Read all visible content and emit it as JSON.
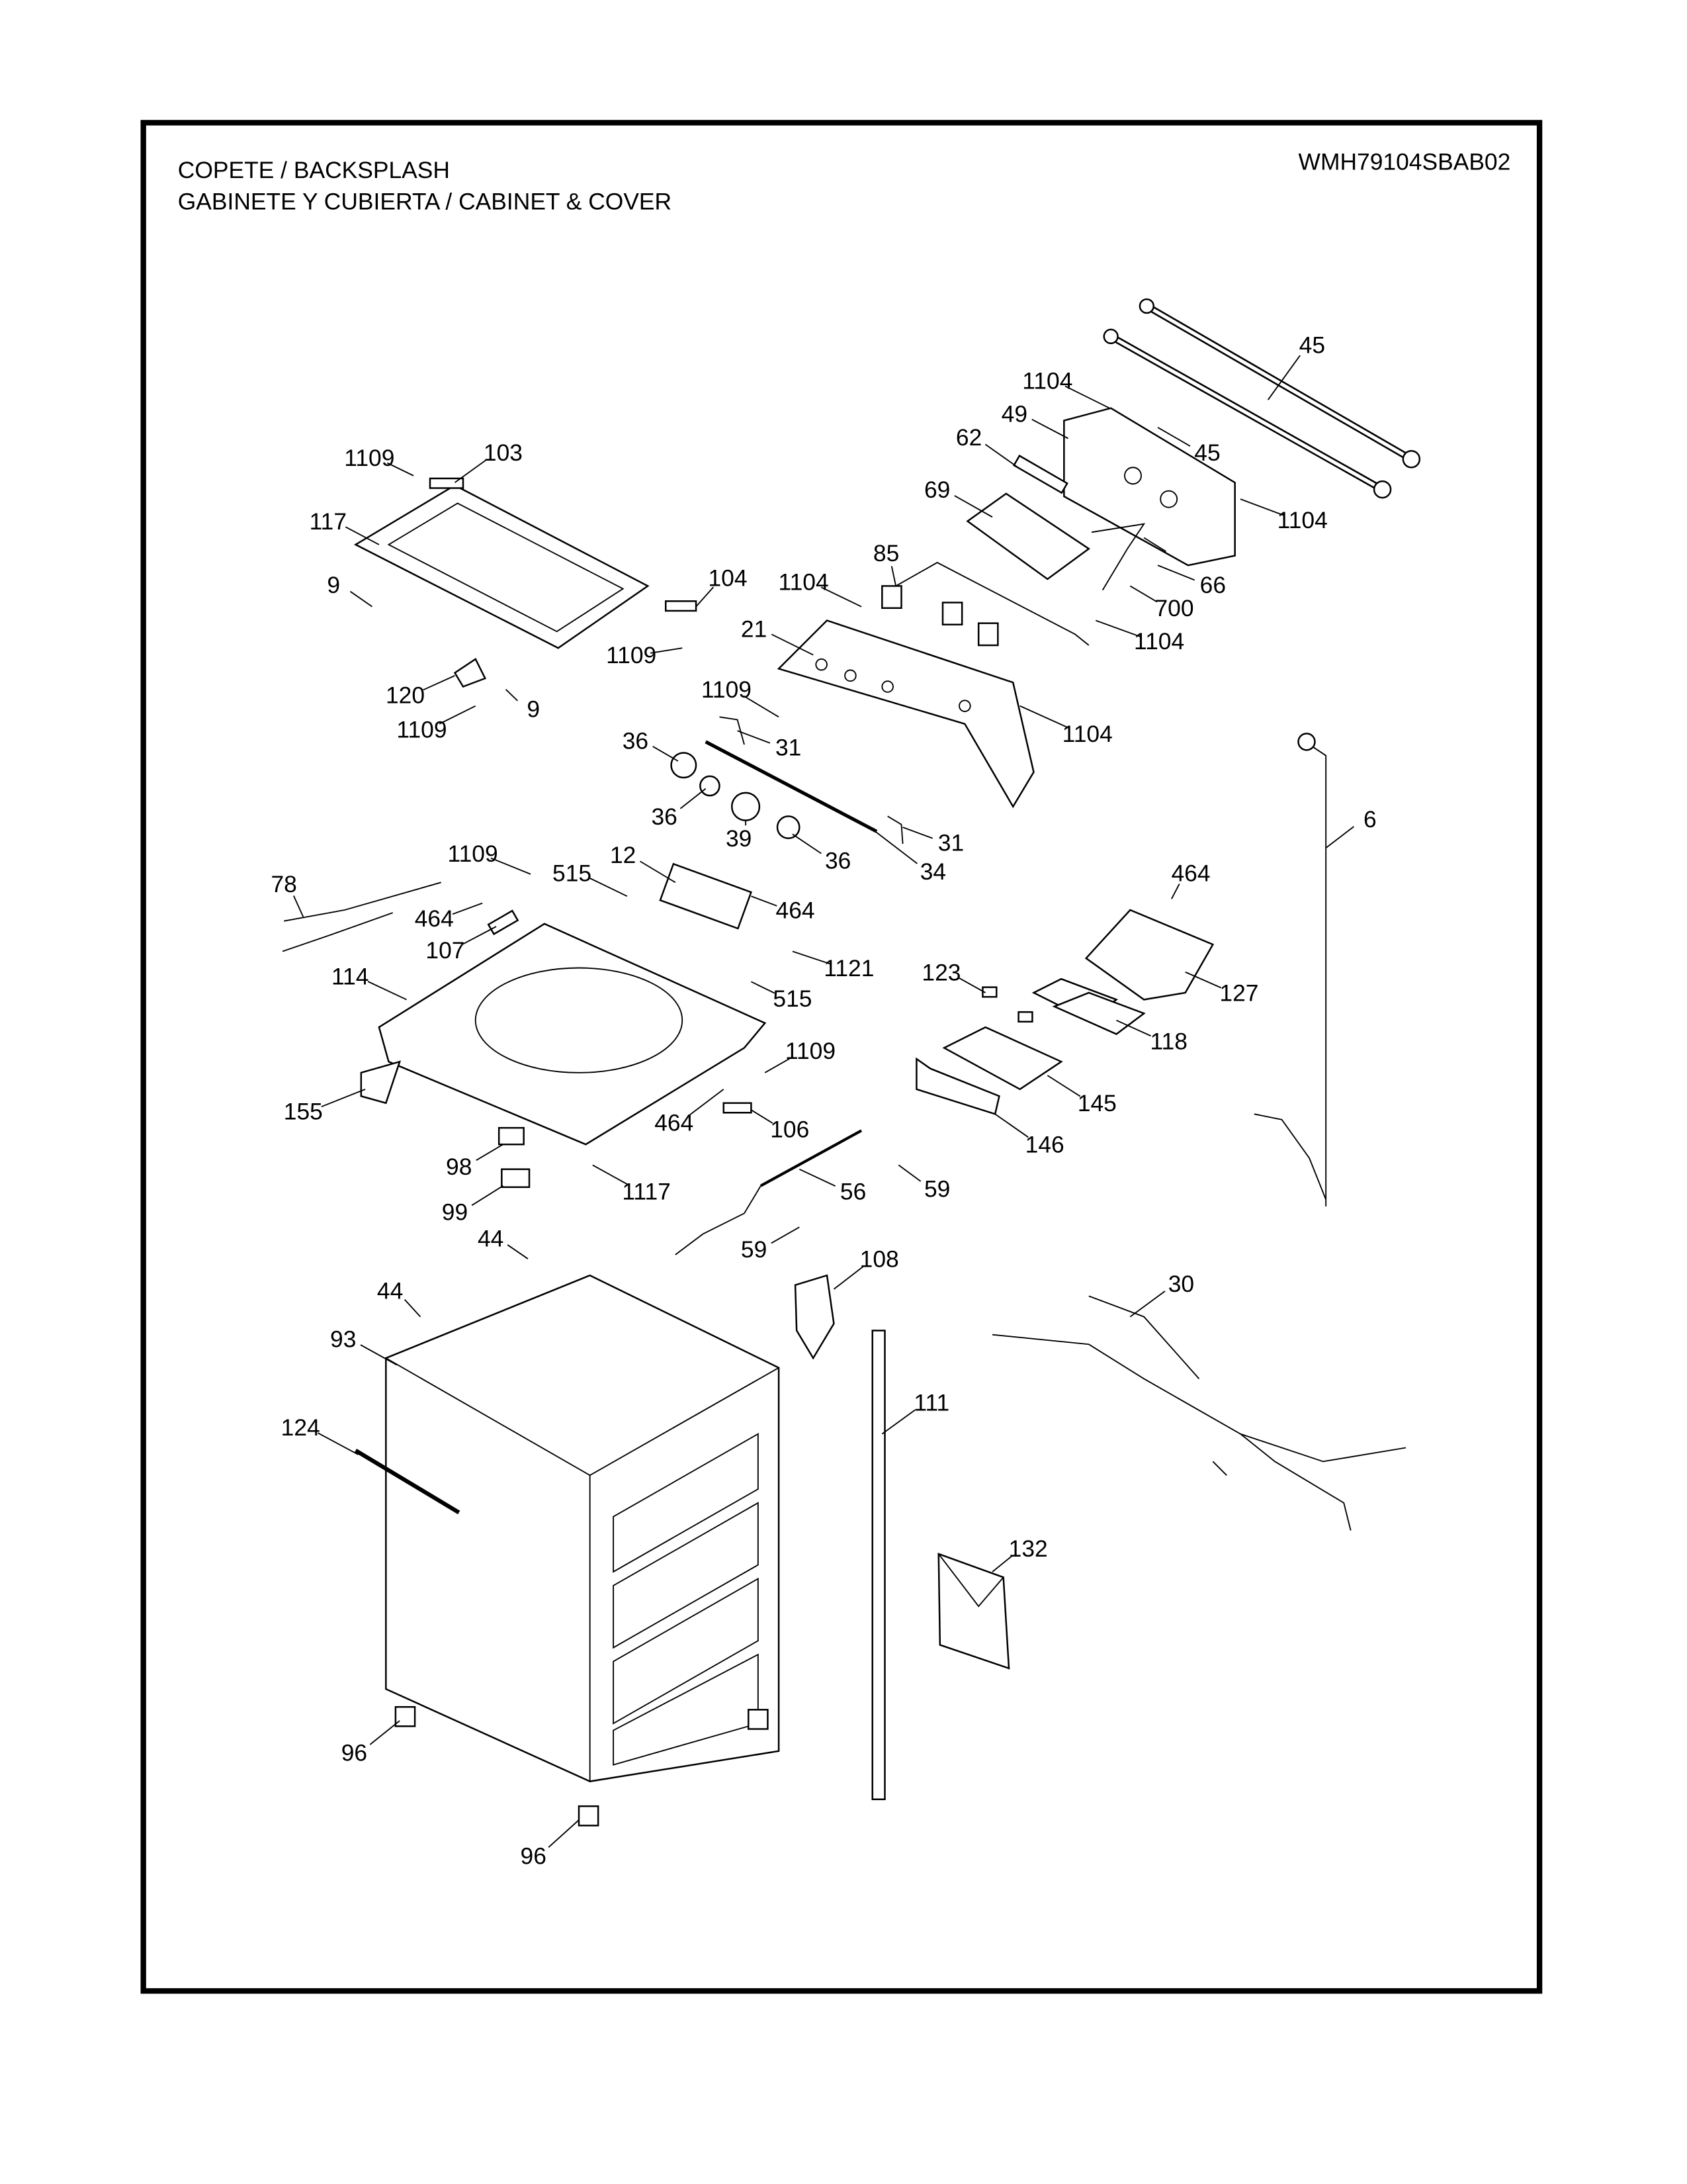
{
  "header": {
    "title_line1": "COPETE / BACKSPLASH",
    "title_line2": "GABINETE Y CUBIERTA / CABINET & COVER",
    "model": "WMH79104SBAB02"
  },
  "labels": [
    "45",
    "1104",
    "49",
    "45",
    "1109",
    "103",
    "62",
    "69",
    "1104",
    "117",
    "85",
    "66",
    "1104",
    "104",
    "9",
    "700",
    "21",
    "1109",
    "1104",
    "120",
    "9",
    "1109",
    "1109",
    "1104",
    "36",
    "31",
    "36",
    "39",
    "36",
    "31",
    "34",
    "6",
    "78",
    "1109",
    "515",
    "12",
    "464",
    "464",
    "464",
    "107",
    "1121",
    "114",
    "123",
    "127",
    "515",
    "118",
    "1109",
    "155",
    "145",
    "464",
    "106",
    "146",
    "98",
    "56",
    "59",
    "1117",
    "99",
    "59",
    "108",
    "44",
    "44",
    "30",
    "93",
    "111",
    "124",
    "132",
    "96",
    "96"
  ]
}
